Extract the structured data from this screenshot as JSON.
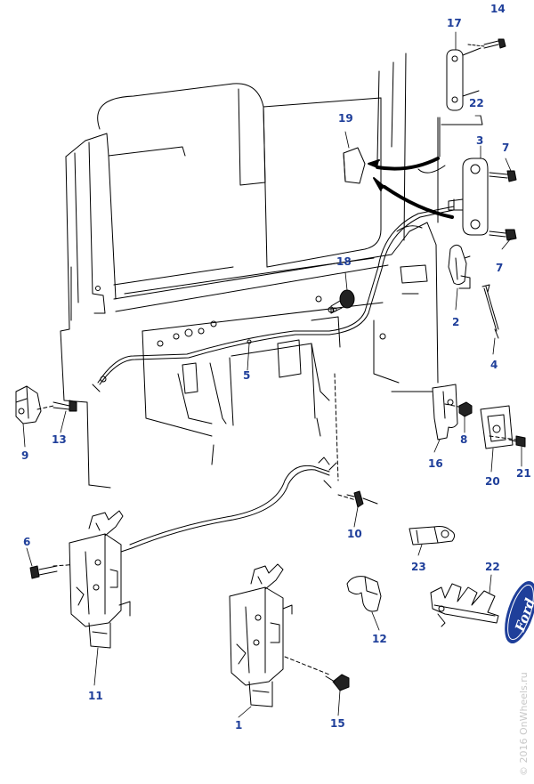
{
  "callouts": [
    {
      "id": "c1",
      "text": "1"
    },
    {
      "id": "c2",
      "text": "2"
    },
    {
      "id": "c3",
      "text": "3"
    },
    {
      "id": "c4",
      "text": "4"
    },
    {
      "id": "c5",
      "text": "5"
    },
    {
      "id": "c6",
      "text": "6"
    },
    {
      "id": "c7a",
      "text": "7"
    },
    {
      "id": "c7b",
      "text": "7"
    },
    {
      "id": "c8",
      "text": "8"
    },
    {
      "id": "c9",
      "text": "9"
    },
    {
      "id": "c10",
      "text": "10"
    },
    {
      "id": "c11",
      "text": "11"
    },
    {
      "id": "c12",
      "text": "12"
    },
    {
      "id": "c13",
      "text": "13"
    },
    {
      "id": "c14",
      "text": "14"
    },
    {
      "id": "c15",
      "text": "15"
    },
    {
      "id": "c16",
      "text": "16"
    },
    {
      "id": "c17",
      "text": "17"
    },
    {
      "id": "c18",
      "text": "18"
    },
    {
      "id": "c19",
      "text": "19"
    },
    {
      "id": "c20",
      "text": "20"
    },
    {
      "id": "c21",
      "text": "21"
    },
    {
      "id": "c22a",
      "text": "22"
    },
    {
      "id": "c22b",
      "text": "22"
    },
    {
      "id": "c23",
      "text": "23"
    }
  ],
  "logo": {
    "text": "Ford"
  },
  "watermark": "© 2016 OnWheels.ru",
  "colors": {
    "label": "#1f3f9a",
    "line": "#000000",
    "logo": "#1f3f9a",
    "watermark": "#c8c8c8"
  }
}
